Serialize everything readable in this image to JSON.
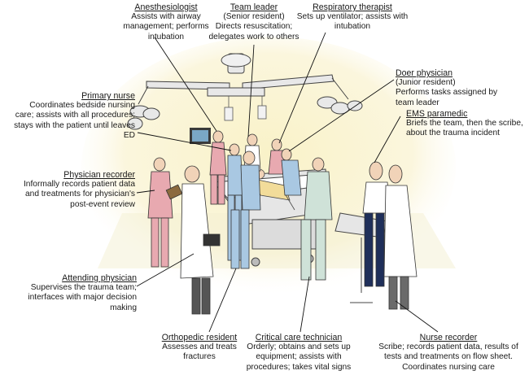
{
  "roles": {
    "anesthesiologist": {
      "title": "Anesthesiologist",
      "desc": "Assists with airway management; performs intubation"
    },
    "team_leader": {
      "title": "Team leader",
      "sub": "(Senior resident)",
      "desc": "Directs resuscitation; delegates work to others"
    },
    "respiratory_therapist": {
      "title": "Respiratory therapist",
      "desc": "Sets up ventilator; assists with intubation"
    },
    "doer_physician": {
      "title": "Doer physician",
      "sub": "(Junior resident)",
      "desc": "Performs tasks assigned by team leader"
    },
    "primary_nurse": {
      "title": "Primary nurse",
      "desc": "Coordinates bedside nursing care; assists with all procedures; stays with the patient until leaves ED"
    },
    "ems_paramedic": {
      "title": "EMS paramedic",
      "desc": "Briefs the team, then the scribe, about the trauma incident"
    },
    "physician_recorder": {
      "title": "Physician recorder",
      "desc": "Informally records patient data and treatments for physician's post-event review"
    },
    "attending_physician": {
      "title": "Attending physician",
      "desc": "Supervises the trauma team; interfaces with major decision making"
    },
    "orthopedic_resident": {
      "title": "Orthopedic resident",
      "desc": "Assesses and treats fractures"
    },
    "critical_care_technician": {
      "title": "Critical care technician",
      "desc": "Orderly; obtains and sets up equipment; assists with procedures; takes vital signs"
    },
    "nurse_recorder": {
      "title": "Nurse recorder",
      "desc": "Scribe; records patient data, results of tests and treatments on flow sheet. Coordinates nursing care"
    }
  },
  "colors": {
    "scrubs_pink": "#e8a9b0",
    "scrubs_blue": "#a9c8e2",
    "scrubs_green": "#cfe2d8",
    "lab_coat": "#ffffff",
    "light_glow": "#f7f0c8",
    "equipment": "#e6e6e6"
  }
}
